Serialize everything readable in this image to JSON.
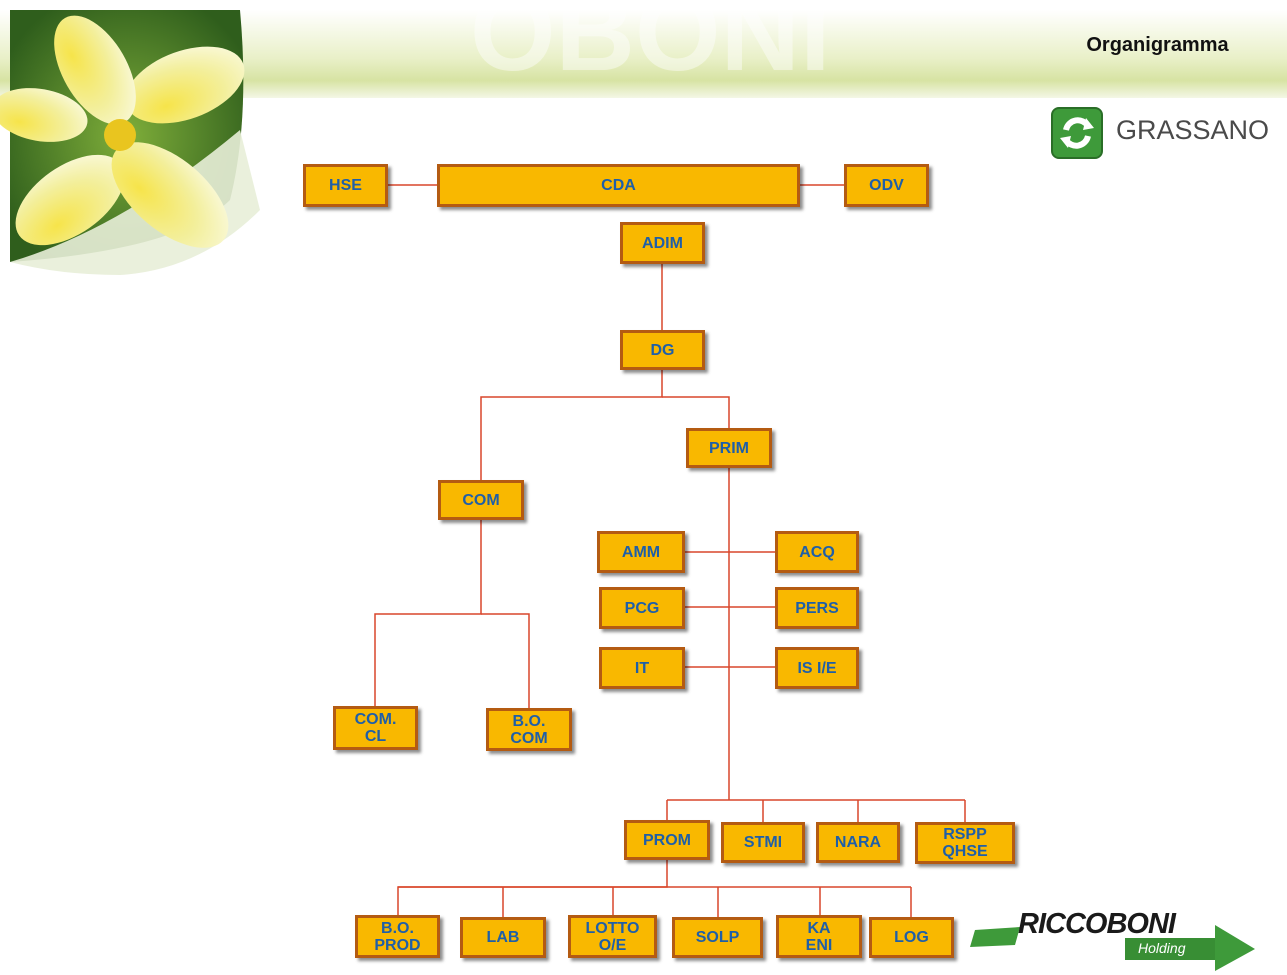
{
  "slide": {
    "title": "Organigramma"
  },
  "logos": {
    "grassano": {
      "text": "GRASSANO",
      "icon": "grassano-logo-icon",
      "color": "#3e9a3a"
    },
    "riccoboni": {
      "text": "RICCOBONI",
      "subtext": "Holding",
      "color": "#3e9a3a"
    }
  },
  "colors": {
    "box_fill": "#f9b800",
    "box_border": "#b45b12",
    "box_text": "#1f5fa8",
    "connector": "#d9472b"
  },
  "nodes": {
    "hse": "HSE",
    "cda": "CDA",
    "odv": "ODV",
    "adim": "ADIM",
    "dg": "DG",
    "com": "COM",
    "prim": "PRIM",
    "amm": "AMM",
    "acq": "ACQ",
    "pcg": "PCG",
    "pers": "PERS",
    "it": "IT",
    "isie": "IS I/E",
    "comcl": "COM.\nCL",
    "bocom": "B.O.\nCOM",
    "prom": "PROM",
    "stmi": "STMI",
    "nara": "NARA",
    "rspp": "RSPP\nQHSE",
    "boprod": "B.O.\nPROD",
    "lab": "LAB",
    "lotto": "LOTTO\nO/E",
    "solp": "SOLP",
    "kaeni": "KA\nENI",
    "log": "LOG"
  }
}
